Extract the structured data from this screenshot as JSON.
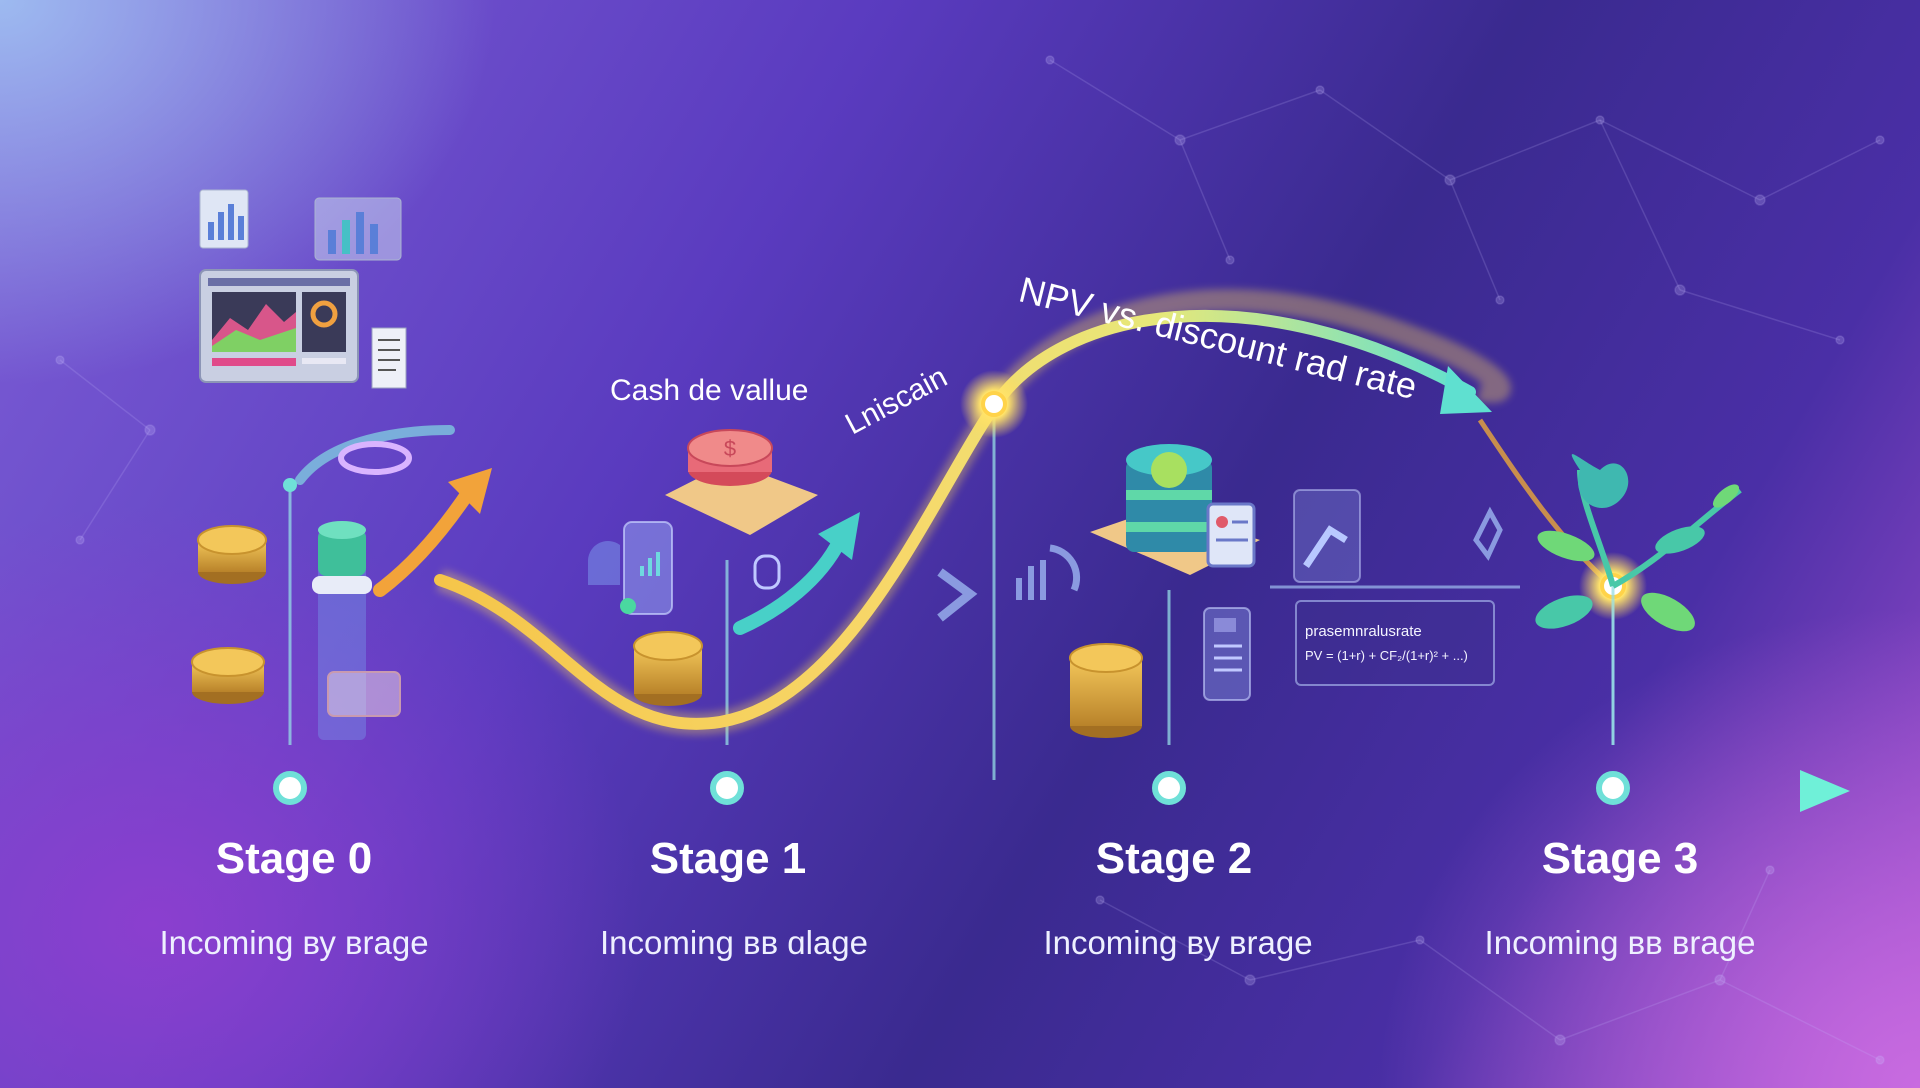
{
  "curve": {
    "title": "NPV vs. discount rad rate",
    "left_label": "Cash de vallue",
    "mid_label": "Lniscain"
  },
  "formula": {
    "heading": "prasemnralusrate",
    "expression": "PV = (1+r) + CF₂/(1+r)² + ...)"
  },
  "stages": [
    {
      "title": "Stage 0",
      "subtitle": "Incoming ву вrage"
    },
    {
      "title": "Stage 1",
      "subtitle": "Incoming вв ɑlage"
    },
    {
      "title": "Stage 2",
      "subtitle": "Incoming ву вrage"
    },
    {
      "title": "Stage 3",
      "subtitle": "Incoming вв вrage"
    }
  ],
  "icons": [
    "bar-chart-icon",
    "dashboard-icon",
    "coin-stack-icon",
    "piggy-bank-icon",
    "arrow-up-icon",
    "database-icon",
    "document-icon",
    "growth-arrow-icon",
    "plant-icon",
    "chevron-right-icon"
  ],
  "colors": {
    "timeline": "#6fd8d8",
    "curve_start": "#f5c54a",
    "curve_end": "#5fe0d0",
    "coin": "#e0a838",
    "node_glow": "#fff6b0"
  }
}
